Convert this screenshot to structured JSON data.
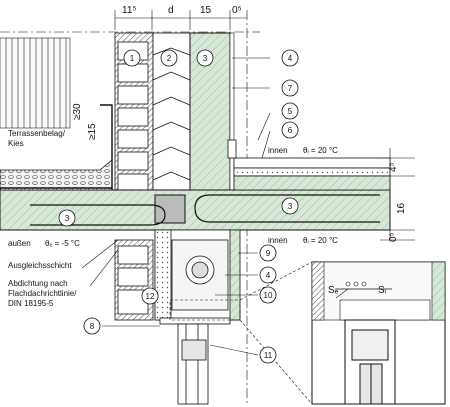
{
  "dimensions": {
    "top": [
      "11⁵",
      "d",
      "15",
      "0⁵"
    ],
    "right": [
      "4⁵",
      "16",
      "0⁵"
    ],
    "left": [
      "≥30",
      "≥15"
    ]
  },
  "labels": {
    "terrace": [
      "Terrassenbelag/",
      "Kies"
    ],
    "inside_top": "innen",
    "theta_i_top": "θᵢ = 20 °C",
    "inside_bottom": "innen",
    "theta_i_bottom": "θᵢ = 20 °C",
    "outside": "außen",
    "theta_e": "θₑ =  -5 °C",
    "leveling_layer": "Ausgleichsschicht",
    "seal": [
      "Abdichtung nach",
      "Flachdachrichtlinie/",
      "DIN 18195-5"
    ],
    "s_e": "Sₑ",
    "s_i": "Sᵢ"
  },
  "markers": [
    "1",
    "2",
    "3",
    "3",
    "3",
    "4",
    "7",
    "5",
    "6",
    "9",
    "4",
    "10",
    "12",
    "8",
    "11"
  ],
  "colors": {
    "concrete": "#d7e8d6",
    "line": "#111111",
    "insulation": "#ffffff"
  }
}
